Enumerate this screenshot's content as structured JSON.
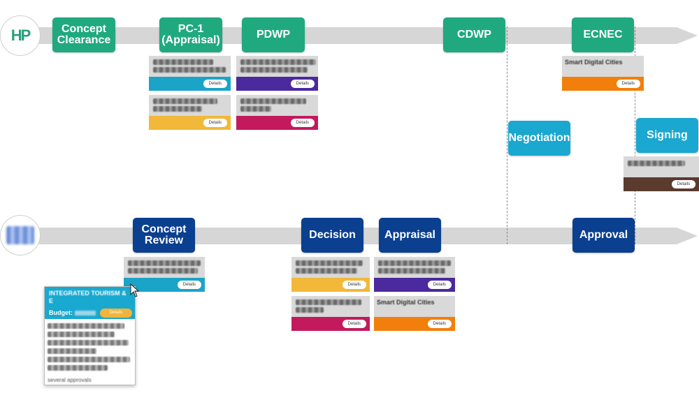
{
  "colors": {
    "green": "#20a97f",
    "navy": "#0b3f8f",
    "teal": "#1aa7d0",
    "lane": "#d6d6d6",
    "bar_teal": "#1ca3c8",
    "bar_yellow": "#f2b839",
    "bar_purple": "#4a2a9e",
    "bar_magenta": "#c21a5c",
    "bar_orange": "#f27f0c",
    "bar_brown": "#5a3b2e"
  },
  "top_lane": {
    "logo": "HP",
    "stages": [
      {
        "id": "concept-clearance",
        "label": "Concept Clearance"
      },
      {
        "id": "pc1",
        "label": "PC-1 (Appraisal)"
      },
      {
        "id": "pdwp",
        "label": "PDWP"
      },
      {
        "id": "cdwp",
        "label": "CDWP"
      },
      {
        "id": "ecnec",
        "label": "ECNEC"
      }
    ]
  },
  "middle_stages": [
    {
      "id": "negotiation",
      "label": "Negotiation"
    },
    {
      "id": "signing",
      "label": "Signing"
    }
  ],
  "bottom_lane": {
    "stages": [
      {
        "id": "concept-review",
        "label": "Concept Review"
      },
      {
        "id": "decision",
        "label": "Decision"
      },
      {
        "id": "appraisal",
        "label": "Appraisal"
      },
      {
        "id": "approval",
        "label": "Approval"
      }
    ]
  },
  "cards": [
    {
      "id": "pc1-card-1",
      "bar_color": "#1ca3c8",
      "button": "Details"
    },
    {
      "id": "pc1-card-2",
      "bar_color": "#f2b839",
      "button": "Details"
    },
    {
      "id": "pdwp-card-1",
      "bar_color": "#4a2a9e",
      "button": "Details"
    },
    {
      "id": "pdwp-card-2",
      "bar_color": "#c21a5c",
      "button": "Details"
    },
    {
      "id": "ecnec-card-1",
      "title": "Smart Digital Cities",
      "bar_color": "#f27f0c",
      "button": "Details"
    },
    {
      "id": "signing-card-1",
      "bar_color": "#5a3b2e",
      "button": "Details"
    },
    {
      "id": "concept-review-card-1",
      "bar_color": "#1ca3c8",
      "button": "Details"
    },
    {
      "id": "decision-card-1",
      "bar_color": "#f2b839",
      "button": "Details"
    },
    {
      "id": "decision-card-2",
      "bar_color": "#c21a5c",
      "button": "Details"
    },
    {
      "id": "appraisal-card-1",
      "bar_color": "#4a2a9e",
      "button": "Details"
    },
    {
      "id": "appraisal-card-2",
      "title": "Smart Digital Cities",
      "bar_color": "#f27f0c",
      "button": "Details"
    }
  ],
  "popup": {
    "title": "INTEGRATED TOURISM & E",
    "budget_label": "Budget:",
    "button": "Details",
    "footer": "several approvals"
  }
}
